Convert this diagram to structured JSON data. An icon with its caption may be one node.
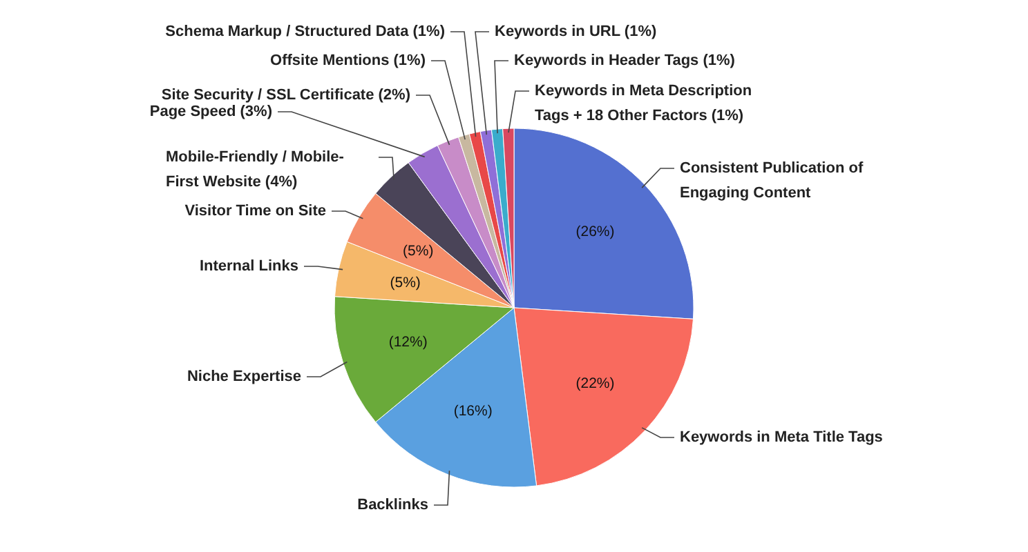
{
  "diagram": {
    "chart_data": {
      "type": "pie",
      "categories": [
        "Consistent Publication of Engaging Content",
        "Keywords in Meta Title Tags",
        "Backlinks",
        "Niche Expertise",
        "Internal Links",
        "Visitor Time on Site",
        "Mobile-Friendly / Mobile-First Website (4%)",
        "Page Speed (3%)",
        "Site Security / SSL Certificate (2%)",
        "Offsite Mentions (1%)",
        "Schema Markup / Structured Data (1%)",
        "Keywords in URL (1%)",
        "Keywords in Header Tags (1%)",
        "Keywords in Meta Description Tags + 18 Other Factors (1%)"
      ],
      "series": [
        {
          "values": [
            26,
            22,
            16,
            12,
            5,
            5,
            4,
            3,
            2,
            1,
            1,
            1,
            1,
            1
          ],
          "colors": [
            "#5470d0",
            "#f96a5e",
            "#5aa0e0",
            "#6aaa3a",
            "#f5b86a",
            "#f58d6a",
            "#4a4458",
            "#9b6fd0",
            "#c88cc8",
            "#c8b8a0",
            "#e84848",
            "#8f6fd8",
            "#3aaccc",
            "#d94860"
          ]
        }
      ],
      "value_labels": [
        "(26%)",
        "(22%)",
        "(16%)",
        "(12%)",
        "(5%)",
        "(5%)",
        null,
        null,
        null,
        null,
        null,
        null,
        null,
        null
      ]
    }
  }
}
